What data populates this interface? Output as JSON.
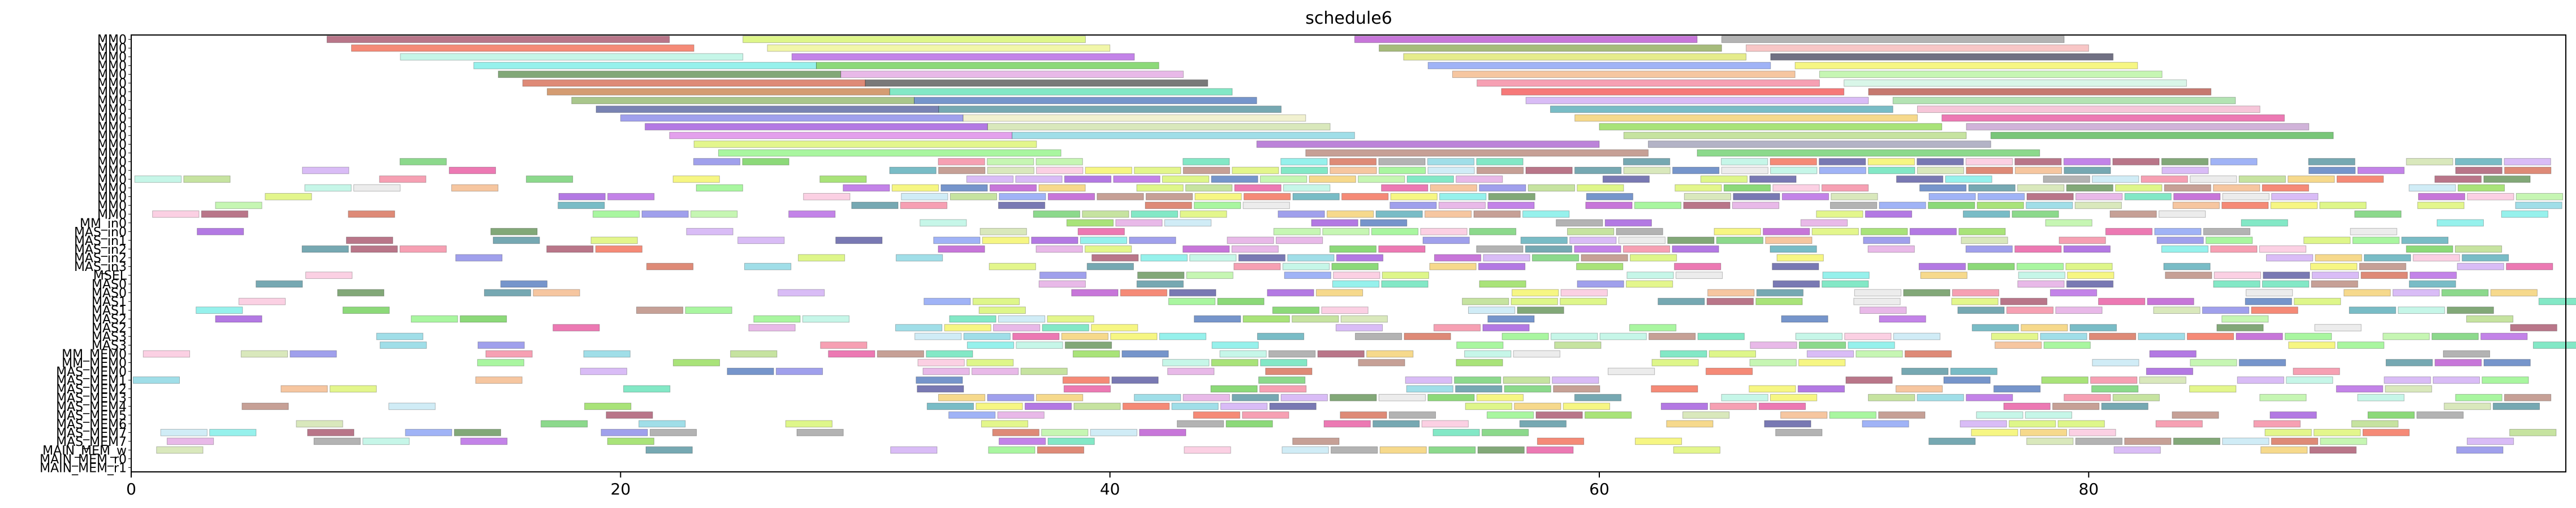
{
  "chart_data": {
    "type": "gantt",
    "title": "schedule6",
    "xlabel": "",
    "ylabel": "",
    "xlim": [
      0,
      99.5
    ],
    "x_ticks": [
      0,
      20,
      40,
      60,
      80
    ],
    "grid": false,
    "rows": [
      "MM0",
      "MM0",
      "MM0",
      "MM0",
      "MM0",
      "MM0",
      "MM0",
      "MM0",
      "MM0",
      "MM0",
      "MM0",
      "MM0",
      "MM0",
      "MM0",
      "MM0",
      "MM0",
      "MM0",
      "MM0",
      "MM0",
      "MM0",
      "MM0",
      "MM_in0",
      "MAS_in0",
      "MAS_in1",
      "MAS_in2",
      "MAS_in2",
      "MAS_in3",
      "MSEL",
      "MAS0",
      "MAS0",
      "MAS1",
      "MAS1",
      "MAS2",
      "MAS2",
      "MAS3",
      "MAS3",
      "MM_MEM0",
      "MM_MEM0",
      "MAS_MEM0",
      "MAS_MEM1",
      "MAS_MEM2",
      "MAS_MEM3",
      "MAS_MEM4",
      "MAS_MEM5",
      "MAS_MEM6",
      "MAS_MEM7",
      "MAS_MEM7",
      "MAIN_MEM_w",
      "MAIN_MEM_r0",
      "MAIN_MEM_r1"
    ],
    "bars": [
      {
        "row": 0,
        "start": 8.0,
        "end": 22.0,
        "color": "#8b1a3a"
      },
      {
        "row": 0,
        "start": 25.0,
        "end": 39.0,
        "color": "#c8f03c"
      },
      {
        "row": 0,
        "start": 50.0,
        "end": 64.0,
        "color": "#a21bbf"
      },
      {
        "row": 0,
        "start": 65.0,
        "end": 79.0,
        "color": "#808080"
      },
      {
        "row": 1,
        "start": 9.0,
        "end": 23.0,
        "color": "#ef3c1c"
      },
      {
        "row": 1,
        "start": 26.0,
        "end": 40.0,
        "color": "#e8f070"
      },
      {
        "row": 1,
        "start": 51.0,
        "end": 65.0,
        "color": "#6b8e23"
      },
      {
        "row": 1,
        "start": 66.0,
        "end": 80.0,
        "color": "#f4a0a0"
      },
      {
        "row": 2,
        "start": 11.0,
        "end": 25.0,
        "color": "#a0f0d8"
      },
      {
        "row": 2,
        "start": 27.0,
        "end": 41.0,
        "color": "#9b30d9"
      },
      {
        "row": 2,
        "start": 52.0,
        "end": 66.0,
        "color": "#d4e040"
      },
      {
        "row": 2,
        "start": 67.0,
        "end": 81.0,
        "color": "#101030"
      },
      {
        "row": 3,
        "start": 14.0,
        "end": 28.0,
        "color": "#50e8e0"
      },
      {
        "row": 3,
        "start": 28.0,
        "end": 42.0,
        "color": "#40c020"
      },
      {
        "row": 3,
        "start": 53.0,
        "end": 67.0,
        "color": "#6080f0"
      },
      {
        "row": 3,
        "start": 68.0,
        "end": 82.0,
        "color": "#f0f030"
      },
      {
        "row": 4,
        "start": 15.0,
        "end": 29.0,
        "color": "#2f6e1e"
      },
      {
        "row": 4,
        "start": 29.0,
        "end": 43.0,
        "color": "#d88ad8"
      },
      {
        "row": 4,
        "start": 54.0,
        "end": 68.0,
        "color": "#f0a060"
      },
      {
        "row": 4,
        "start": 69.0,
        "end": 83.0,
        "color": "#a0f080"
      },
      {
        "row": 5,
        "start": 16.0,
        "end": 30.0,
        "color": "#c83c1c"
      },
      {
        "row": 5,
        "start": 30.0,
        "end": 44.0,
        "color": "#202020"
      },
      {
        "row": 5,
        "start": 55.0,
        "end": 69.0,
        "color": "#f06080"
      },
      {
        "row": 5,
        "start": 70.0,
        "end": 84.0,
        "color": "#c0f0d8"
      },
      {
        "row": 6,
        "start": 17.0,
        "end": 31.0,
        "color": "#b85a14"
      },
      {
        "row": 6,
        "start": 31.0,
        "end": 45.0,
        "color": "#30d8a0"
      },
      {
        "row": 6,
        "start": 56.0,
        "end": 70.0,
        "color": "#f02020"
      },
      {
        "row": 6,
        "start": 71.0,
        "end": 85.0,
        "color": "#a02010"
      },
      {
        "row": 7,
        "start": 18.0,
        "end": 32.0,
        "color": "#70a040"
      },
      {
        "row": 7,
        "start": 32.0,
        "end": 46.0,
        "color": "#1a4ea8"
      },
      {
        "row": 7,
        "start": 57.0,
        "end": 71.0,
        "color": "#c090f0"
      },
      {
        "row": 7,
        "start": 72.0,
        "end": 86.0,
        "color": "#80d080"
      },
      {
        "row": 8,
        "start": 19.0,
        "end": 33.0,
        "color": "#203080"
      },
      {
        "row": 8,
        "start": 33.0,
        "end": 47.0,
        "color": "#1a6e7e"
      },
      {
        "row": 8,
        "start": 58.0,
        "end": 72.0,
        "color": "#2090a0"
      },
      {
        "row": 8,
        "start": 73.0,
        "end": 87.0,
        "color": "#f0a0c0"
      },
      {
        "row": 9,
        "start": 20.0,
        "end": 34.0,
        "color": "#6060e0"
      },
      {
        "row": 9,
        "start": 34.0,
        "end": 48.0,
        "color": "#e8e8b0"
      },
      {
        "row": 9,
        "start": 59.0,
        "end": 73.0,
        "color": "#f0c040"
      },
      {
        "row": 9,
        "start": 74.0,
        "end": 88.0,
        "color": "#e02080"
      },
      {
        "row": 10,
        "start": 21.0,
        "end": 35.0,
        "color": "#8020d0"
      },
      {
        "row": 10,
        "start": 35.0,
        "end": 49.0,
        "color": "#c0d890"
      },
      {
        "row": 10,
        "start": 60.0,
        "end": 74.0,
        "color": "#70d020"
      },
      {
        "row": 10,
        "start": 75.0,
        "end": 89.0,
        "color": "#b080c0"
      },
      {
        "row": 11,
        "start": 22.0,
        "end": 36.0,
        "color": "#d060e0"
      },
      {
        "row": 11,
        "start": 36.0,
        "end": 50.0,
        "color": "#60c8d8"
      },
      {
        "row": 11,
        "start": 61.0,
        "end": 75.0,
        "color": "#a0d060"
      },
      {
        "row": 11,
        "start": 76.0,
        "end": 90.0,
        "color": "#20a020"
      },
      {
        "row": 12,
        "start": 23.0,
        "end": 37.0,
        "color": "#d0f040"
      },
      {
        "row": 12,
        "start": 46.0,
        "end": 60.0,
        "color": "#9030c0"
      },
      {
        "row": 12,
        "start": 62.0,
        "end": 76.0,
        "color": "#8080a0"
      },
      {
        "row": 13,
        "start": 24.0,
        "end": 38.0,
        "color": "#70f060"
      },
      {
        "row": 13,
        "start": 48.0,
        "end": 62.0,
        "color": "#a06050"
      },
      {
        "row": 13,
        "start": 64.0,
        "end": 78.0,
        "color": "#40c040"
      }
    ],
    "dense_region": {
      "row_start": 14,
      "row_end": 48,
      "x_start": 0.0,
      "x_end": 99.5,
      "color_palette": [
        "#8b1a3a",
        "#c8f03c",
        "#a21bbf",
        "#ef3c1c",
        "#a0f0d8",
        "#9b30d9",
        "#50e8e0",
        "#40c020",
        "#6080f0",
        "#f0f030",
        "#2f6e1e",
        "#d88ad8",
        "#f0a060",
        "#a0f080",
        "#c83c1c",
        "#202080",
        "#30d8a0",
        "#f06080",
        "#1a4ea8",
        "#c090f0",
        "#1a6e7e",
        "#2090a0",
        "#6060e0",
        "#f0c040",
        "#e02080",
        "#8020d0",
        "#c0d890",
        "#70d020",
        "#60c8d8",
        "#a0d060",
        "#d0f040",
        "#70f060",
        "#a06050",
        "#40c040",
        "#e0e0e0",
        "#f8b0d0",
        "#808080",
        "#b0e0f0"
      ]
    }
  }
}
